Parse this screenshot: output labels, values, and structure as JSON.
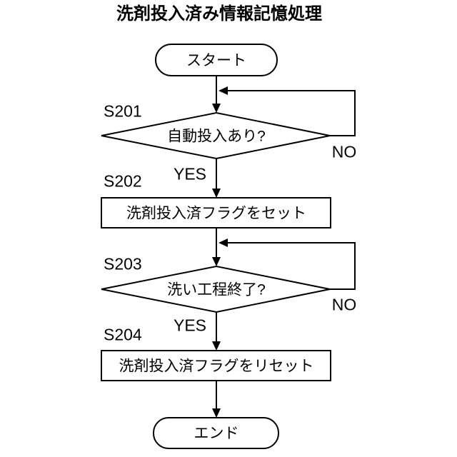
{
  "page": {
    "title": "洗剤投入済み情報記憶処理"
  },
  "flowchart": {
    "type": "flowchart",
    "start_label": "スタート",
    "end_label": "エンド",
    "steps": [
      {
        "id": "S201",
        "type": "decision",
        "text": "自動投入あり?",
        "yes": "YES",
        "no": "NO"
      },
      {
        "id": "S202",
        "type": "process",
        "text": "洗剤投入済フラグをセット"
      },
      {
        "id": "S203",
        "type": "decision",
        "text": "洗い工程終了?",
        "yes": "YES",
        "no": "NO"
      },
      {
        "id": "S204",
        "type": "process",
        "text": "洗剤投入済フラグをリセット"
      }
    ],
    "colors": {
      "line": "#000000",
      "fill": "#ffffff",
      "text": "#000000",
      "background": "#ffffff"
    }
  }
}
